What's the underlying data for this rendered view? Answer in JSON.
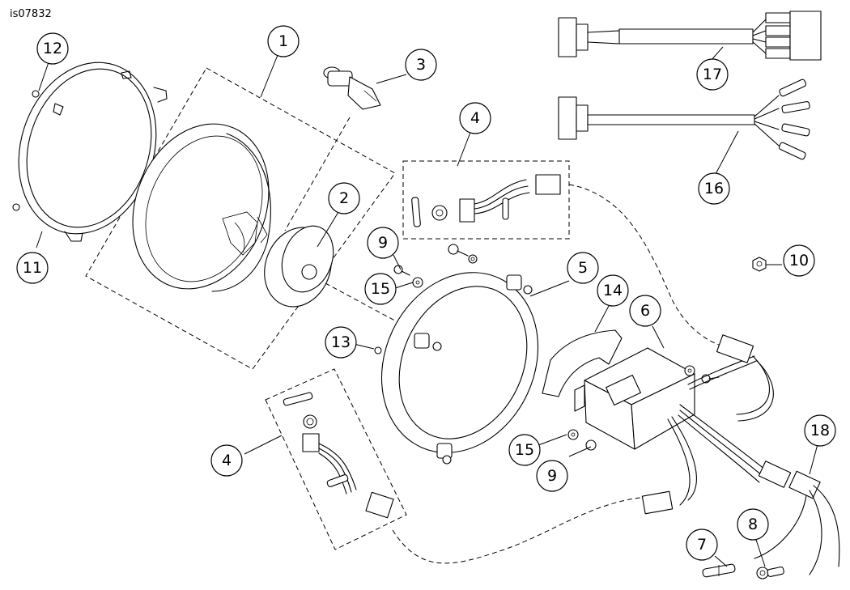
{
  "figure_code": "is07832",
  "callouts": [
    {
      "id": "c1",
      "number": "1"
    },
    {
      "id": "c2",
      "number": "2"
    },
    {
      "id": "c3",
      "number": "3"
    },
    {
      "id": "c4a",
      "number": "4"
    },
    {
      "id": "c4b",
      "number": "4"
    },
    {
      "id": "c5",
      "number": "5"
    },
    {
      "id": "c6",
      "number": "6"
    },
    {
      "id": "c7",
      "number": "7"
    },
    {
      "id": "c8",
      "number": "8"
    },
    {
      "id": "c9a",
      "number": "9"
    },
    {
      "id": "c9b",
      "number": "9"
    },
    {
      "id": "c10",
      "number": "10"
    },
    {
      "id": "c11",
      "number": "11"
    },
    {
      "id": "c12",
      "number": "12"
    },
    {
      "id": "c13",
      "number": "13"
    },
    {
      "id": "c14",
      "number": "14"
    },
    {
      "id": "c15a",
      "number": "15"
    },
    {
      "id": "c15b",
      "number": "15"
    },
    {
      "id": "c16",
      "number": "16"
    },
    {
      "id": "c17",
      "number": "17"
    },
    {
      "id": "c18",
      "number": "18"
    }
  ]
}
